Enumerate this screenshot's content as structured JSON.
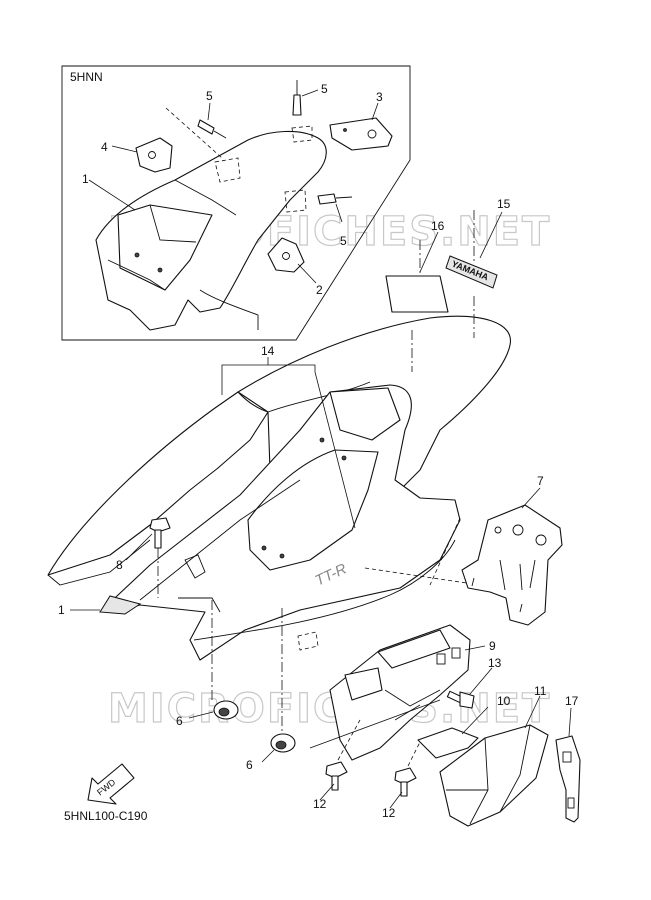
{
  "inset": {
    "title": "5HNN"
  },
  "diagram_code": "5HNL100-C190",
  "fwd_label": "FWD",
  "watermark": "MICROFICHES.NET",
  "decal_text": "YAMAHA",
  "callouts": [
    "1",
    "2",
    "3",
    "4",
    "5",
    "5",
    "5",
    "14",
    "15",
    "16",
    "7",
    "8",
    "1",
    "9",
    "13",
    "10",
    "11",
    "17",
    "6",
    "6",
    "12",
    "12"
  ]
}
